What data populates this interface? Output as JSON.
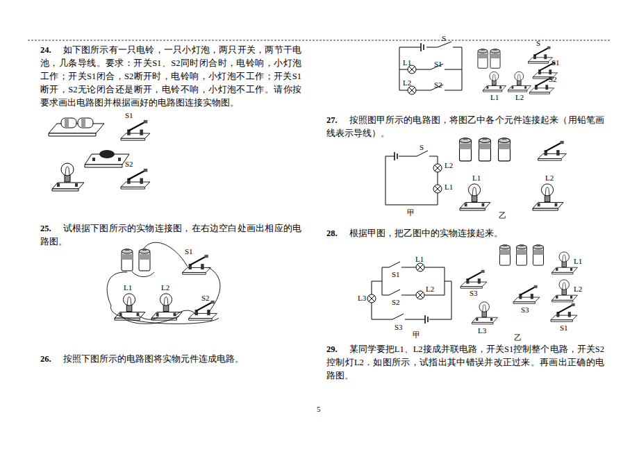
{
  "diagram": {
    "labels": [
      "24.",
      "如下图所示有一只电铃，一只小灯泡，两只开关，两节干电池，几条导线。要求：开关S1、S2同时闭合时，电铃响，小灯泡工作；开关S1闭合，S2断开时，电铃响，小灯泡不工作；开关S1断开，S2无论闭合还是断开，电铃不响，小灯泡不工作。请你按要求画出电路图并根据画好的电路图连接实物图。",
      "S1",
      "S2",
      "25.",
      "试根据下图所示的实物连接图，在右边空白处画出相应的电路图。",
      "S1",
      "L1",
      "L2",
      "S2",
      "26.",
      "按照下图所示的电路图将实物元件连成电路。",
      "S",
      "L1",
      "S1",
      "L2",
      "S2",
      "S",
      "S1",
      "S2",
      "L1",
      "L2",
      "27.",
      "按照图甲所示的电路图，将图乙中各个元件连接起来（用铅笔画线表示导线）。",
      "S",
      "L2",
      "L1",
      "甲",
      "L1",
      "L2",
      "乙",
      "28.",
      "根据甲图，把乙图中的实物连接起来。",
      "L1",
      "S1",
      "L2",
      "L3",
      "S2",
      "S3",
      "甲",
      "L1",
      "S3",
      "L2",
      "L3",
      "S3",
      "S1",
      "乙",
      "29.",
      "某同学要把L1、L2接成并联电路，开关S1控制整个电路，开关S2控制灯L2．如图所示，试指出其中错误并改正过来。再画出正确的电路图。",
      "5"
    ]
  }
}
